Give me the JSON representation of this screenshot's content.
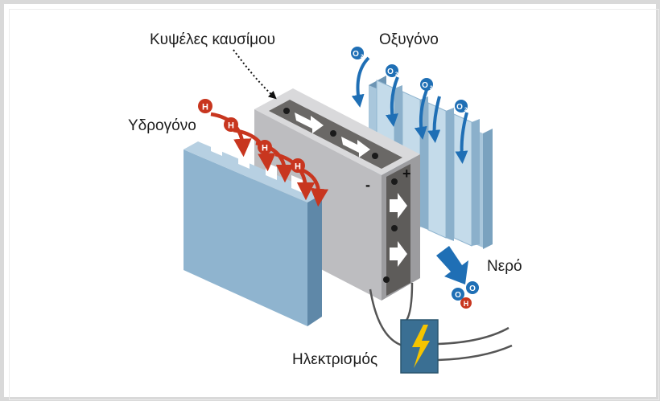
{
  "labels": {
    "fuel_cells": "Κυψέλες καυσίμου",
    "oxygen": "Οξυγόνο",
    "hydrogen": "Υδρογόνο",
    "water": "Νερό",
    "electricity": "Ηλεκτρισμός"
  },
  "symbols": {
    "hydrogen": "H",
    "oxygen": "O",
    "oxygen_subscript": "2",
    "minus": "-",
    "plus": "+"
  },
  "colors": {
    "hydrogen_arrow": "#c8361f",
    "oxygen_arrow": "#1f6fb5",
    "plate_blue": "#8fb4cf",
    "cell_gray": "#b9b9bc",
    "band_dark": "#5c5a58",
    "lightning": "#f5c400",
    "box_blue": "#3a6f93"
  },
  "icons": [
    "hydrogen-molecule-icon",
    "oxygen-molecule-icon",
    "water-molecule-icon",
    "lightning-bolt-icon",
    "white-flow-arrow-icon"
  ]
}
